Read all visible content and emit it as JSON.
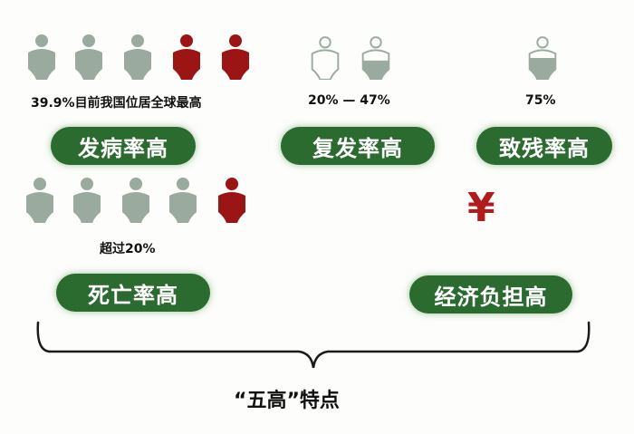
{
  "colors": {
    "pill_green": "#2c6b2f",
    "person_gray": "#9aaa9e",
    "person_red": "#9c1515",
    "yen_red": "#b01c1c"
  },
  "incidence": {
    "stat": "39.9%目前我国位居全球最高",
    "label": "发病率高",
    "icons": [
      "person-gray",
      "person-gray",
      "person-gray",
      "person-red",
      "person-red"
    ]
  },
  "recurrence": {
    "stat": "20% — 47%",
    "label": "复发率高",
    "icons": [
      "person-outline",
      "person-half"
    ]
  },
  "disability": {
    "stat": "75%",
    "label": "致残率高",
    "icons": [
      "person-half"
    ]
  },
  "mortality": {
    "stat": "超过20%",
    "label": "死亡率高",
    "icons": [
      "person-gray",
      "person-gray",
      "person-gray",
      "person-gray",
      "person-red"
    ]
  },
  "economic": {
    "icon": "yen-icon",
    "symbol": "¥",
    "label": "经济负担高"
  },
  "summary": {
    "title": "“五高”特点"
  }
}
